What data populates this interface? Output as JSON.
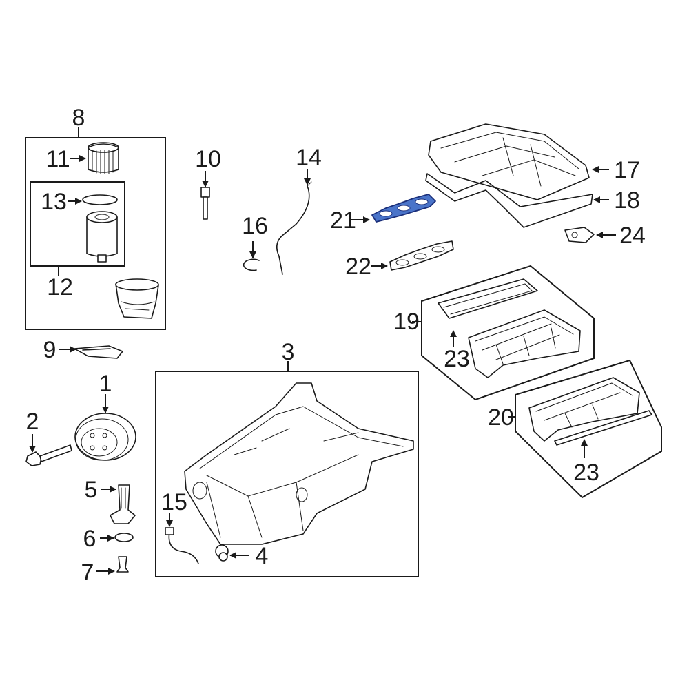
{
  "callouts": {
    "c1": "1",
    "c2": "2",
    "c3": "3",
    "c4": "4",
    "c5": "5",
    "c6": "6",
    "c7": "7",
    "c8": "8",
    "c9": "9",
    "c10": "10",
    "c11": "11",
    "c12": "12",
    "c13": "13",
    "c14": "14",
    "c15": "15",
    "c16": "16",
    "c17": "17",
    "c18": "18",
    "c19": "19",
    "c20": "20",
    "c21": "21",
    "c22": "22",
    "c23a": "23",
    "c23b": "23",
    "c24": "24"
  },
  "colors": {
    "highlight": "#4a74c9",
    "line": "#1a1a1a",
    "background": "#ffffff"
  }
}
